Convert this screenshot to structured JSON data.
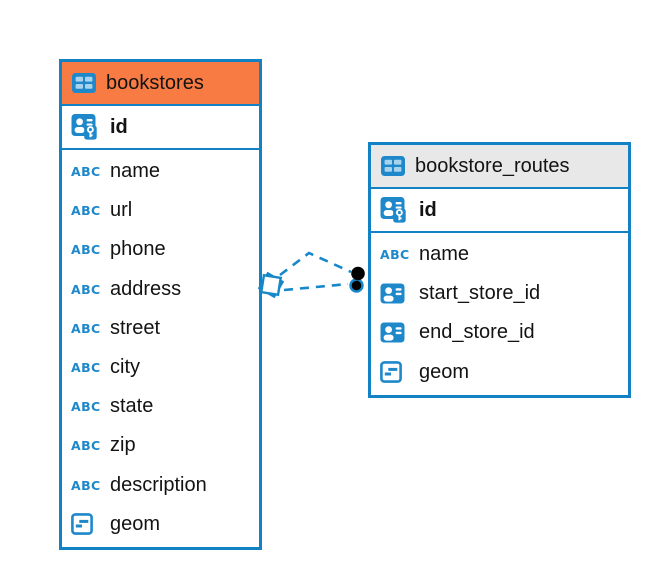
{
  "colors": {
    "table_border": "#1282c4",
    "bookstores_header": "#f87b44",
    "routes_header": "#e8e8e8",
    "icon_blue": "#1e88ca",
    "icon_cell_light": "#a9d2ec",
    "relation_line": "#1688c9",
    "marker_black": "#000000"
  },
  "icons": {
    "text_type_label": "ABC"
  },
  "tables": [
    {
      "title": "bookstores",
      "primary_key": {
        "name": "id",
        "type": "pk"
      },
      "columns": [
        {
          "name": "name",
          "type": "text"
        },
        {
          "name": "url",
          "type": "text"
        },
        {
          "name": "phone",
          "type": "text"
        },
        {
          "name": "address",
          "type": "text"
        },
        {
          "name": "street",
          "type": "text"
        },
        {
          "name": "city",
          "type": "text"
        },
        {
          "name": "state",
          "type": "text"
        },
        {
          "name": "zip",
          "type": "text"
        },
        {
          "name": "description",
          "type": "text"
        },
        {
          "name": "geom",
          "type": "geometry"
        }
      ]
    },
    {
      "title": "bookstore_routes",
      "primary_key": {
        "name": "id",
        "type": "pk"
      },
      "columns": [
        {
          "name": "name",
          "type": "text"
        },
        {
          "name": "start_store_id",
          "type": "fk"
        },
        {
          "name": "end_store_id",
          "type": "fk"
        },
        {
          "name": "geom",
          "type": "geometry"
        }
      ]
    }
  ],
  "relationships": [
    {
      "from_table": "bookstores",
      "to_table": "bookstore_routes",
      "line_style": "dashed",
      "from_marker": "diamond",
      "to_marker": "black-dot"
    },
    {
      "from_table": "bookstores",
      "to_table": "bookstore_routes",
      "line_style": "dashed",
      "from_marker": "diamond",
      "to_marker": "black-dot-blue-ring"
    }
  ]
}
